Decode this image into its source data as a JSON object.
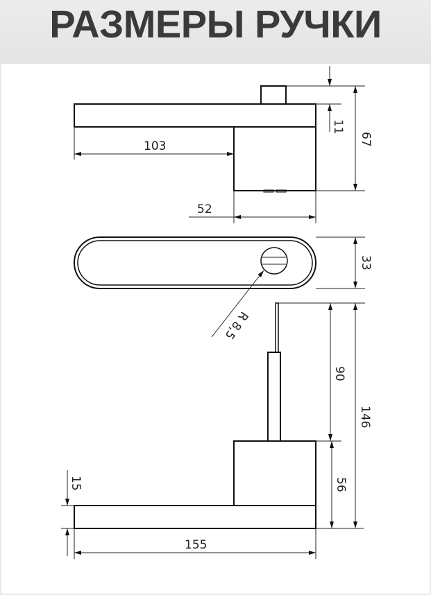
{
  "title": "РАЗМЕРЫ РУЧКИ",
  "dimensions": {
    "top_view": {
      "knob_height": "11",
      "total_height": "67",
      "lever_to_body": "103",
      "body_width": "52"
    },
    "plan_view": {
      "width": "33",
      "radius": "R 8,5"
    },
    "side_view": {
      "rod_length": "90",
      "total_height": "146",
      "body_height": "56",
      "lever_thickness": "15",
      "lever_length": "155"
    }
  },
  "colors": {
    "header_bg": "#e8e8e8",
    "title": "#3a3a3a",
    "line": "#111111"
  }
}
